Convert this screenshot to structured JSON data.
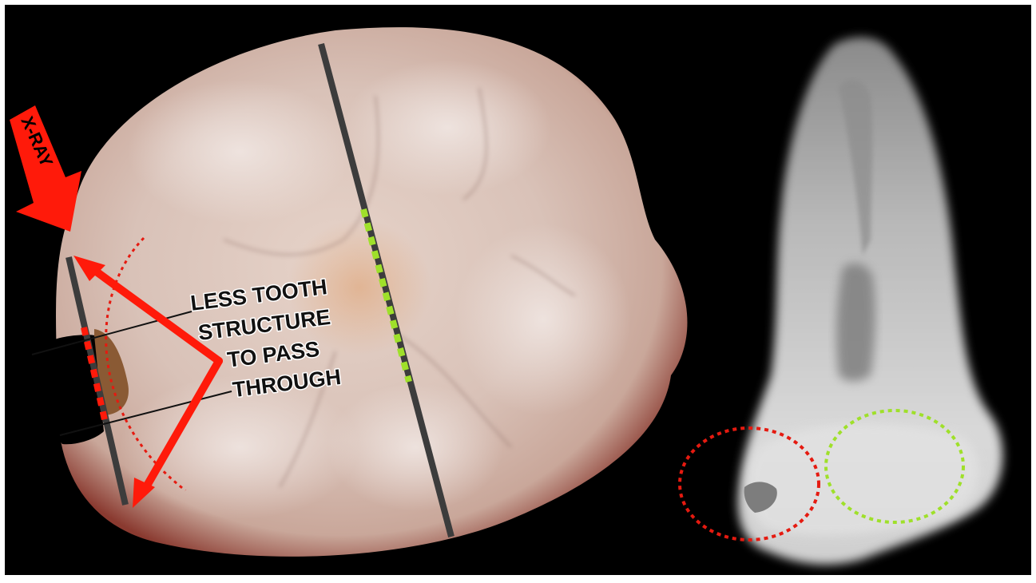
{
  "labels": {
    "xray": "X-RAY",
    "line1": "LESS TOOTH",
    "line2": "STRUCTURE",
    "line3": "TO PASS",
    "line4": "THROUGH"
  },
  "colors": {
    "background": "#000000",
    "frame": "#ffffff",
    "tooth_crown": "#d8c4bc",
    "tooth_edge": "#7a2a22",
    "arrow_red": "#ff1a0a",
    "dotted_red": "#e51a10",
    "dotted_green": "#9fe02a",
    "film_gray": "#3c3c3c",
    "restoration": "#8a5a34",
    "xray_tooth": "#cfcfcf"
  },
  "icons": {
    "xray_arrow": "arrow-down-right-icon"
  }
}
